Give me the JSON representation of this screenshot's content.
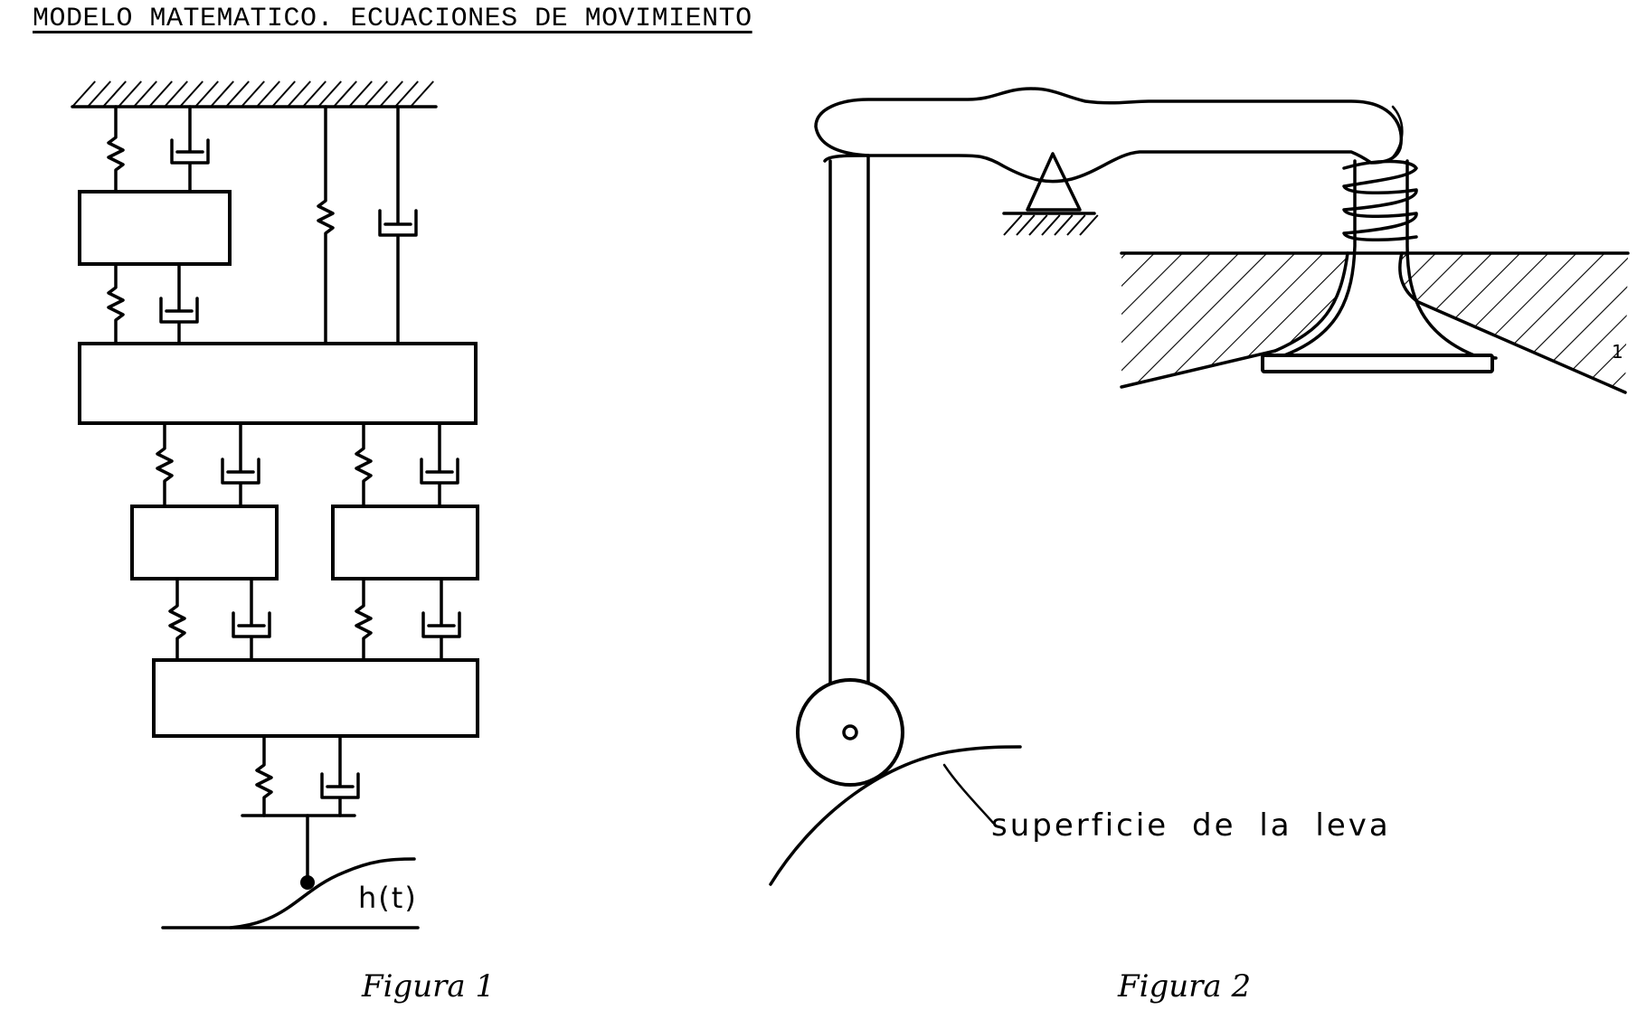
{
  "page": {
    "title": "MODELO MATEMATICO. ECUACIONES DE MOVIMIENTO"
  },
  "figure1": {
    "input_label": "h(t)",
    "caption": "Figura 1"
  },
  "figure2": {
    "cam_label": "superficie de la leva",
    "side_mark": "1",
    "caption": "Figura 2"
  }
}
